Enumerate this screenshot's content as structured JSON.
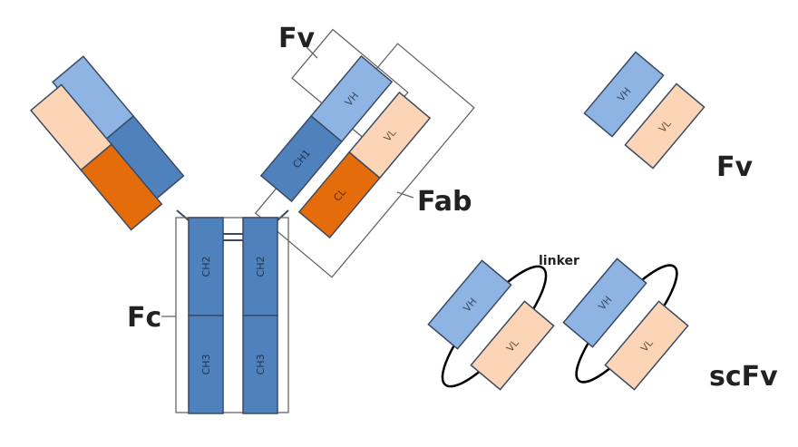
{
  "labels": {
    "fv_antibody": "Fv",
    "fab": "Fab",
    "fc": "Fc",
    "fv_fragment": "Fv",
    "scfv": "scFv",
    "linker": "linker"
  },
  "domains": {
    "vh": "VH",
    "vl": "VL",
    "ch1": "CH1",
    "cl": "CL",
    "ch2": "CH2",
    "ch3": "CH3"
  },
  "colors": {
    "heavy_variable": "#8db4e2",
    "heavy_constant": "#4f81bd",
    "light_variable": "#fbd5b5",
    "light_constant": "#e46c0a",
    "outline": "#3a4a63",
    "bracket": "#666666",
    "linker": "#000000"
  }
}
